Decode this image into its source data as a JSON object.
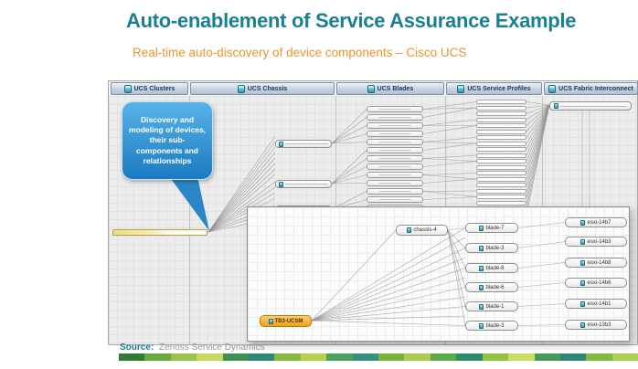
{
  "slide": {
    "title": "Auto-enablement of Service Assurance Example",
    "subtitle": "Real-time auto-discovery of device components – Cisco UCS",
    "source": {
      "label": "Source:",
      "text": "Zenoss Service Dynamics"
    }
  },
  "columns": [
    {
      "label": "UCS Clusters"
    },
    {
      "label": "UCS Chassis"
    },
    {
      "label": "UCS Blades"
    },
    {
      "label": "UCS Service Profiles"
    },
    {
      "label": "UCS Fabric Interconnect"
    }
  ],
  "callout": {
    "text": "Discovery and modeling of devices, their sub-components and relationships"
  },
  "inset": {
    "chassis_label": "chassis-4",
    "ucsm_label": "TB3-UCSM",
    "blades": [
      "blade-7",
      "blade-3",
      "blade-8",
      "blade-6",
      "blade-1",
      "blade-3"
    ],
    "hosts": [
      "esxi-14b7",
      "esxi-14b3",
      "esxi-14b8",
      "esxi-14b6",
      "esxi-14b1",
      "esxi-13b3"
    ]
  },
  "colors": {
    "title_teal": "#1b7f93",
    "subtitle_orange": "#e8962f",
    "callout_blue": "#2b86c7",
    "ucsm_orange": "#efa11c",
    "strip": [
      "#2f7d32",
      "#6aa83c",
      "#9cc14d",
      "#c8d95e",
      "#3f9150",
      "#2c8873",
      "#86b93e",
      "#b6d24a",
      "#4ba05c",
      "#32927f",
      "#77b53a",
      "#a9cc4e",
      "#5aab45",
      "#2e8a68",
      "#93c240",
      "#cade62",
      "#45995a",
      "#318577",
      "#80ba3e",
      "#add04f"
    ]
  }
}
